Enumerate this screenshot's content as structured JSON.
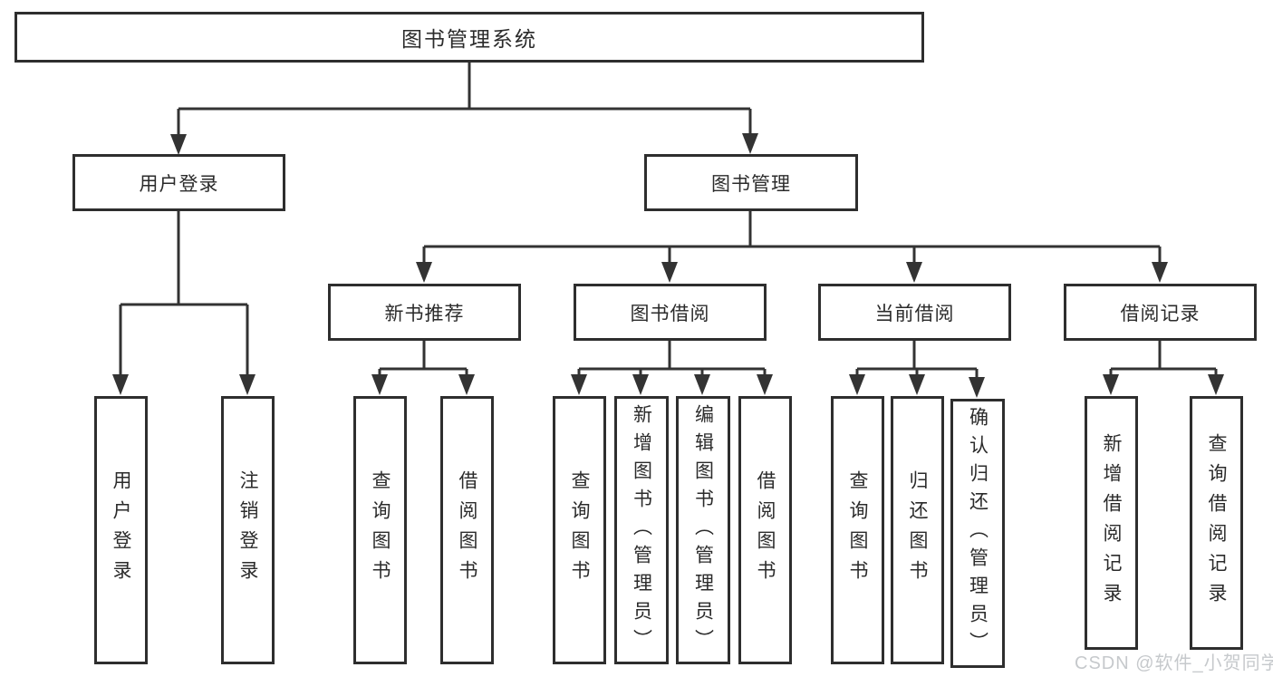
{
  "colors": {
    "line": "#333333",
    "border": "#2e2e2e",
    "fill": "#ffffff",
    "text": "#2b2b2b",
    "watermark": "#c6c9cc"
  },
  "nodes": {
    "root": "图书管理系统",
    "user_login": "用户登录",
    "book_management": "图书管理",
    "new_book_recommend": "新书推荐",
    "book_borrow": "图书借阅",
    "current_borrow": "当前借阅",
    "borrow_records": "借阅记录",
    "leaf_user_login": "用户登录",
    "leaf_logout": "注销登录",
    "rec_query_books": "查询图书",
    "rec_borrow_books": "借阅图书",
    "bb_query_books": "查询图书",
    "bb_add_books_admin": "新增图书（管理员）",
    "bb_edit_books_admin": "编辑图书（管理员）",
    "bb_borrow_books": "借阅图书",
    "cb_query_books": "查询图书",
    "cb_return_books": "归还图书",
    "cb_confirm_return_admin": "确认归还（管理员）",
    "br_add_record": "新增借阅记录",
    "br_query_record": "查询借阅记录"
  },
  "watermark": "CSDN @软件_小贺同学"
}
